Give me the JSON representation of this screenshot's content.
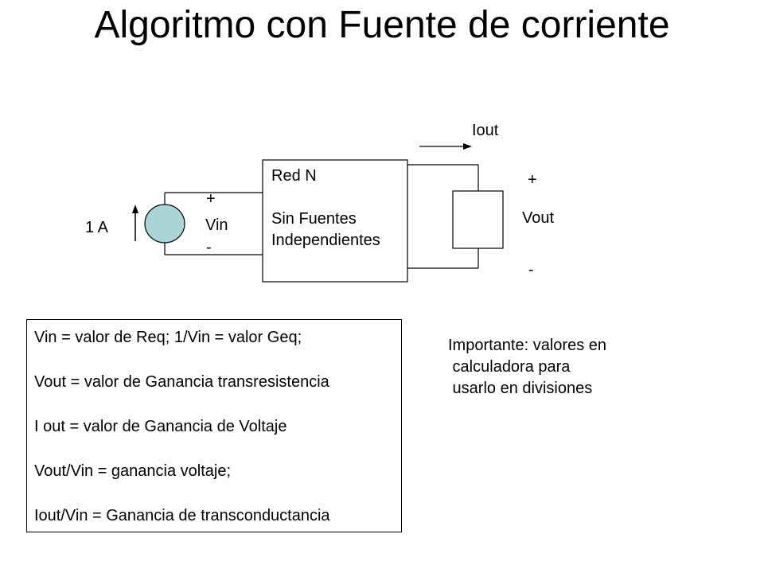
{
  "title": "Algoritmo con Fuente de corriente",
  "circuit": {
    "source_label": "1 A",
    "vin_plus": "+",
    "vin_label": "Vin",
    "vin_minus": "-",
    "network_lines": [
      "Red N",
      "",
      "Sin Fuentes",
      "Independientes"
    ],
    "iout_label": "Iout",
    "vout_plus": "+",
    "vout_label": "Vout",
    "vout_minus": "-"
  },
  "equations": [
    "Vin = valor de Req;   1/Vin = valor Geq;",
    "Vout = valor de Ganancia transresistencia",
    "I out = valor de Ganancia de Voltaje",
    "Vout/Vin = ganancia voltaje;",
    "Iout/Vin = Ganancia de transconductancia"
  ],
  "note_lines": [
    "Importante: valores en",
    " calculadora para",
    " usarlo en divisiones"
  ],
  "colors": {
    "source_fill": "#a9d4d8",
    "line": "#000000"
  }
}
